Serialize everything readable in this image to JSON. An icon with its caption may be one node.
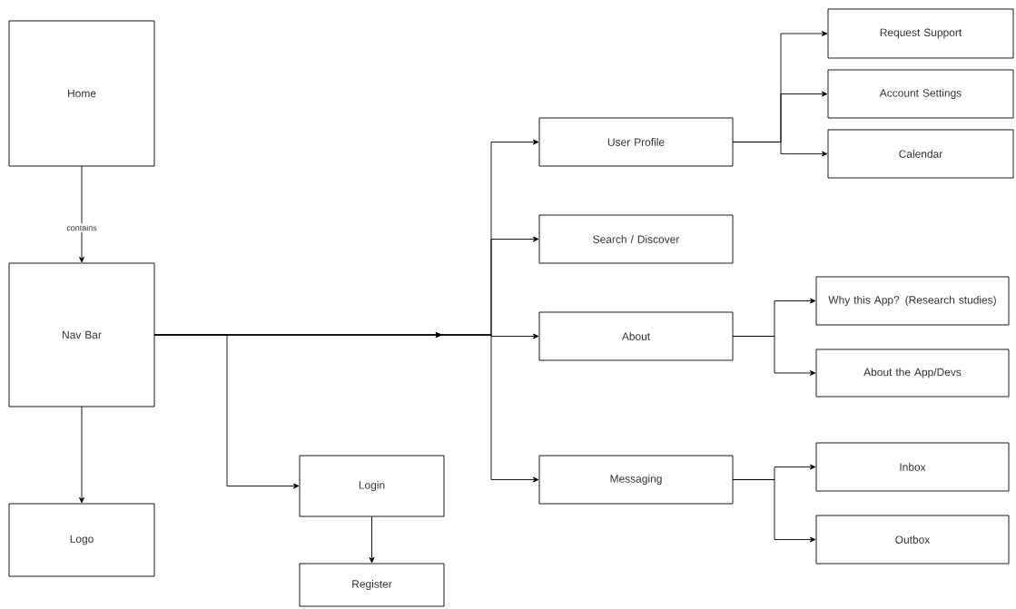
{
  "diagram": {
    "nodes": [
      {
        "text": [
          "Home"
        ]
      },
      {
        "text": [
          "Nav Bar"
        ]
      },
      {
        "text": [
          "Logo"
        ]
      },
      {
        "text": [
          "Login"
        ]
      },
      {
        "text": [
          "Register"
        ]
      },
      {
        "text": [
          "User Profile"
        ]
      },
      {
        "text": [
          "Search / Discover"
        ]
      },
      {
        "text": [
          "About"
        ]
      },
      {
        "text": [
          "Messaging"
        ]
      },
      {
        "text": [
          "Request Support"
        ]
      },
      {
        "text": [
          "Account Settings"
        ]
      },
      {
        "text": [
          "Calendar"
        ]
      },
      {
        "text": [
          "Why this App? (Research studies)"
        ]
      },
      {
        "text": [
          "About the App/Devs"
        ]
      },
      {
        "text": [
          "Inbox"
        ]
      },
      {
        "text": [
          "Outbox"
        ]
      }
    ],
    "edges": [
      {
        "from": 0,
        "to": 1,
        "arrow": "to",
        "label": "contains"
      },
      {
        "from": 1,
        "to": 2,
        "arrow": "to"
      },
      {
        "from": 1,
        "to": 3,
        "arrow": "to"
      },
      {
        "from": 1,
        "to": 5,
        "arrow": "to"
      },
      {
        "from": 1,
        "to": 6,
        "arrow": "to"
      },
      {
        "from": 1,
        "to": 7,
        "arrow": "to"
      },
      {
        "from": 1,
        "to": 8,
        "arrow": "to"
      },
      {
        "from": 3,
        "to": 4,
        "arrow": "to"
      },
      {
        "from": 5,
        "to": 9,
        "arrow": "to"
      },
      {
        "from": 5,
        "to": 10,
        "arrow": "to"
      },
      {
        "from": 5,
        "to": 11,
        "arrow": "to"
      },
      {
        "from": 7,
        "to": 12,
        "arrow": "to"
      },
      {
        "from": 7,
        "to": 13,
        "arrow": "to"
      },
      {
        "from": 8,
        "to": 14,
        "arrow": "to"
      },
      {
        "from": 8,
        "to": 15,
        "arrow": "to"
      }
    ]
  }
}
